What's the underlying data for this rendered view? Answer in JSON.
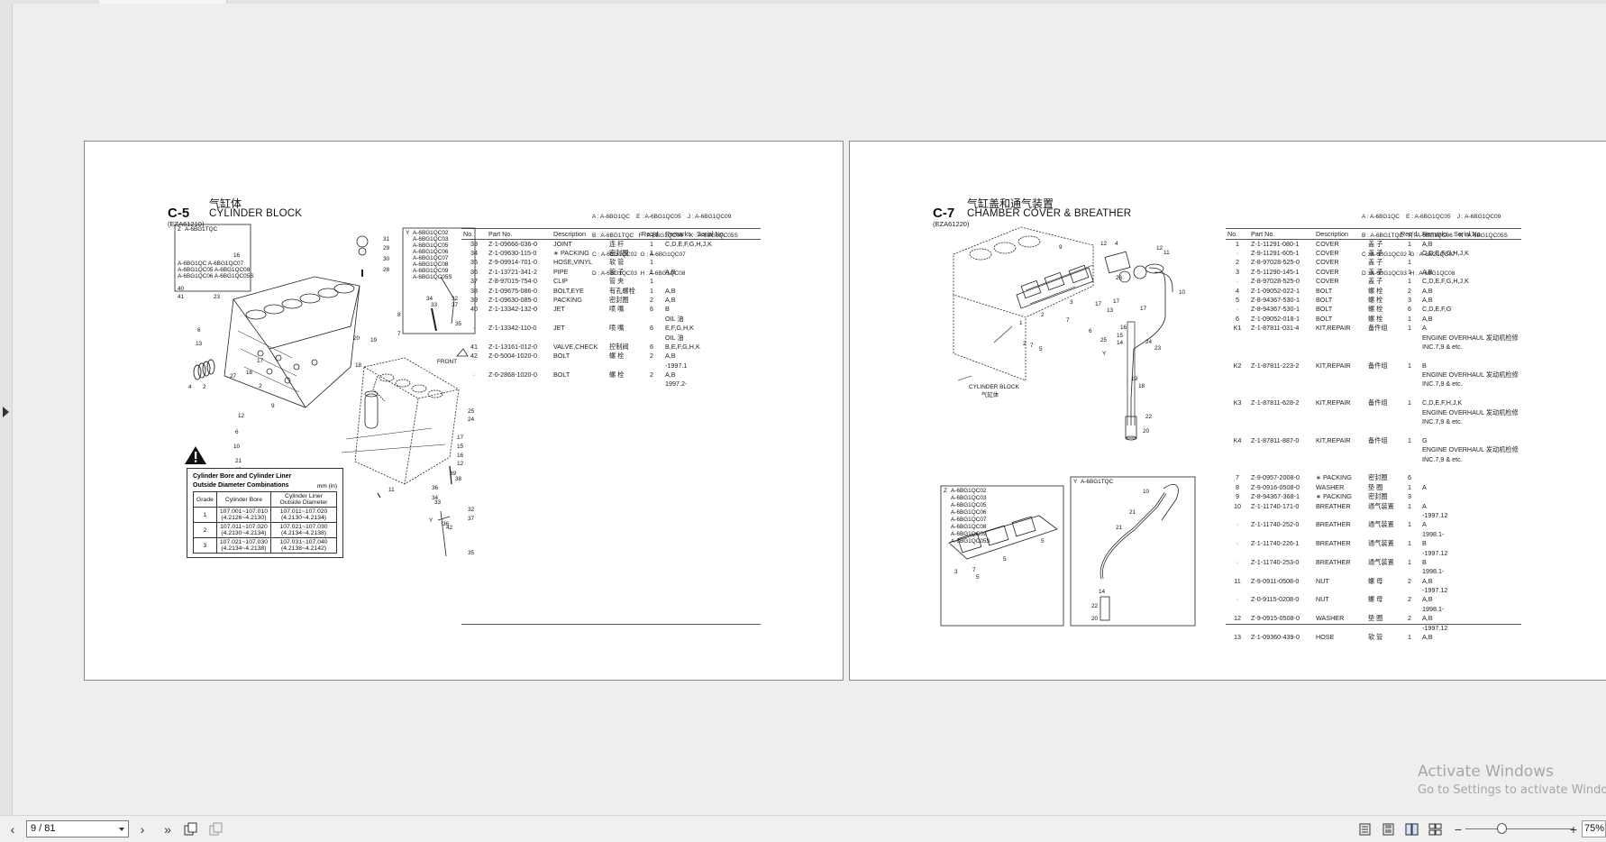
{
  "left_page": {
    "section": "C-5",
    "title_cn": "气缸体",
    "title": "CYLINDER BLOCK",
    "code": "(EZA61210)",
    "variant_legend": [
      "A : A-6BG1QC    E : A-6BG1QC05    J : A-6BG1QC09",
      "B : A-6BG1TQC   F : A-6BG1QC06    K : A-6BG1QC05S",
      "C : A-6BG1QC02  G : A-6BG1QC07",
      "D : A-6BG1QC03  H : A-6BG1QC08"
    ],
    "table_headers": [
      "No.",
      "Part No.",
      "Description",
      "",
      "Req'd",
      "Remarks · Serial No."
    ],
    "rows": [
      {
        "no": "33",
        "part": "Z-1-09666-036-0",
        "desc": "JOINT",
        "cn": "连 杆",
        "req": "1",
        "rem": "C,D,E,F,G,H,J,K"
      },
      {
        "no": "34",
        "part": "Z-1-09630-115-0",
        "desc": "∗ PACKING",
        "cn": "密封圈",
        "req": "1",
        "rem": ""
      },
      {
        "no": "35",
        "part": "Z-9-09914-701-0",
        "desc": "HOSE,VINYL",
        "cn": "软 管",
        "req": "1",
        "rem": ""
      },
      {
        "no": "36",
        "part": "Z-1-13721-341-2",
        "desc": "PIPE",
        "cn": "管 子",
        "req": "1",
        "rem": "A,B"
      },
      {
        "no": "37",
        "part": "Z-8-97015-754-0",
        "desc": "CLIP",
        "cn": "管 夹",
        "req": "1",
        "rem": ""
      },
      {
        "no": "38",
        "part": "Z-1-09675-086-0",
        "desc": "BOLT,EYE",
        "cn": "有孔螺栓",
        "req": "1",
        "rem": "A,B"
      },
      {
        "no": "39",
        "part": "Z-1-09630-085-0",
        "desc": "PACKING",
        "cn": "密封圈",
        "req": "2",
        "rem": "A,B"
      },
      {
        "no": "40",
        "part": "Z-1-13342-132-0",
        "desc": "JET",
        "cn": "喷 嘴",
        "req": "6",
        "rem": "B"
      },
      {
        "no": "",
        "part": "",
        "desc": "",
        "cn": "",
        "req": "",
        "rem": "OIL 油"
      },
      {
        "no": "·",
        "part": "Z-1-13342-110-0",
        "desc": "JET",
        "cn": "喷 嘴",
        "req": "6",
        "rem": "E,F,G,H,K"
      },
      {
        "no": "",
        "part": "",
        "desc": "",
        "cn": "",
        "req": "",
        "rem": "OIL 油"
      },
      {
        "no": "41",
        "part": "Z-1-13161-012-0",
        "desc": "VALVE,CHECK",
        "cn": "控制阀",
        "req": "6",
        "rem": "B,E,F,G,H,K"
      },
      {
        "no": "42",
        "part": "Z-0-5004-1020-0",
        "desc": "BOLT",
        "cn": "螺 栓",
        "req": "2",
        "rem": "A,B"
      },
      {
        "no": "",
        "part": "",
        "desc": "",
        "cn": "",
        "req": "",
        "rem": "-1997.1"
      },
      {
        "no": "·",
        "part": "Z-0-2868-1020-0",
        "desc": "BOLT",
        "cn": "螺 栓",
        "req": "2",
        "rem": "A,B"
      },
      {
        "no": "",
        "part": "",
        "desc": "",
        "cn": "",
        "req": "",
        "rem": "1997.2-"
      }
    ],
    "boxes": {
      "z_label": "Z",
      "z_models": "A-6BG1TQC",
      "z_models2": [
        "A-6BG1QC    A-6BG1QC07",
        "A-6BG1QC05  A-6BG1QC08",
        "A-6BG1QC06  A-6BG1QC05S"
      ],
      "y_label": "Y",
      "y_models": [
        "A-6BG1QC02",
        "A-6BG1QC03",
        "A-6BG1QC05",
        "A-6BG1QC06",
        "A-6BG1QC07",
        "A-6BG1QC08",
        "A-6BG1QC09",
        "A-6BG1QC05S"
      ],
      "front_label": "FRONT"
    },
    "bore_table": {
      "title1": "Cylinder Bore and Cylinder Liner",
      "title2": "Outside Diameter Combinations",
      "unit": "mm (in)",
      "headers": [
        "Grade",
        "Cylinder Bore",
        "Cylinder Liner Outside Diameter"
      ],
      "rows": [
        {
          "grade": "1",
          "bore": "107.001~107.010",
          "bore_in": "(4.2126~4.2130)",
          "liner": "107.011~107.020",
          "liner_in": "(4.2130~4.2134)"
        },
        {
          "grade": "2",
          "bore": "107.011~107.020",
          "bore_in": "(4.2130~4.2134)",
          "liner": "107.021~107.030",
          "liner_in": "(4.2134~4.2138)"
        },
        {
          "grade": "3",
          "bore": "107.021~107.030",
          "bore_in": "(4.2134~4.2138)",
          "liner": "107.031~107.040",
          "liner_in": "(4.2138~4.2142)"
        }
      ]
    }
  },
  "right_page": {
    "section": "C-7",
    "title_cn": "气缸盖和通气装置",
    "title": "CHAMBER COVER & BREATHER",
    "code": "(EZA61220)",
    "variant_legend": [
      "A : A-6BG1QC    E : A-6BG1QC05    J : A-6BG1QC09",
      "B : A-6BG1TQC   F : A-6BG1QC06    K : A-6BG1QC05S",
      "C : A-6BG1QC02  G : A-6BG1QC07",
      "D : A-6BG1QC03  H : A-6BG1QC08"
    ],
    "table_headers": [
      "No.",
      "Part No.",
      "Description",
      "",
      "Req'd",
      "Remarks · Serial No."
    ],
    "rows": [
      {
        "no": "1",
        "part": "Z-1-11291-080-1",
        "desc": "COVER",
        "cn": "盖 子",
        "req": "1",
        "rem": "A,B"
      },
      {
        "no": "·",
        "part": "Z-9-11291-605-1",
        "desc": "COVER",
        "cn": "盖 子",
        "req": "1",
        "rem": "C,D,E,F,G,H,J,K"
      },
      {
        "no": "2",
        "part": "Z-8-97028-525-0",
        "desc": "COVER",
        "cn": "盖 子",
        "req": "1",
        "rem": ""
      },
      {
        "no": "3",
        "part": "Z-5-11290-145-1",
        "desc": "COVER",
        "cn": "盖 子",
        "req": "1",
        "rem": "A,B"
      },
      {
        "no": "·",
        "part": "Z-8-97028-525-0",
        "desc": "COVER",
        "cn": "盖 子",
        "req": "1",
        "rem": "C,D,E,F,G,H,J,K"
      },
      {
        "no": "4",
        "part": "Z-1-09052-022-1",
        "desc": "BOLT",
        "cn": "螺 栓",
        "req": "2",
        "rem": "A,B"
      },
      {
        "no": "5",
        "part": "Z-8-94367-530-1",
        "desc": "BOLT",
        "cn": "螺 栓",
        "req": "3",
        "rem": "A,B"
      },
      {
        "no": "·",
        "part": "Z-8-94367-530-1",
        "desc": "BOLT",
        "cn": "螺 栓",
        "req": "6",
        "rem": "C,D,E,F,G"
      },
      {
        "no": "6",
        "part": "Z-1-09052-018-1",
        "desc": "BOLT",
        "cn": "螺 栓",
        "req": "1",
        "rem": "A,B"
      },
      {
        "no": "K1",
        "part": "Z-1-87811-031-4",
        "desc": "KIT,REPAIR",
        "cn": "备件组",
        "req": "1",
        "rem": "A"
      },
      {
        "no": "",
        "part": "",
        "desc": "",
        "cn": "",
        "req": "",
        "rem": "ENGINE OVERHAUL 发动机检修"
      },
      {
        "no": "",
        "part": "",
        "desc": "",
        "cn": "",
        "req": "",
        "rem": "INC.7,9 & etc."
      },
      {
        "no": "",
        "part": "",
        "desc": "",
        "cn": "",
        "req": "",
        "rem": ""
      },
      {
        "no": "K2",
        "part": "Z-1-87811-223-2",
        "desc": "KIT,REPAIR",
        "cn": "备件组",
        "req": "1",
        "rem": "B"
      },
      {
        "no": "",
        "part": "",
        "desc": "",
        "cn": "",
        "req": "",
        "rem": "ENGINE OVERHAUL 发动机检修"
      },
      {
        "no": "",
        "part": "",
        "desc": "",
        "cn": "",
        "req": "",
        "rem": "INC.7,9 & etc."
      },
      {
        "no": "",
        "part": "",
        "desc": "",
        "cn": "",
        "req": "",
        "rem": ""
      },
      {
        "no": "K3",
        "part": "Z-1-87811-628-2",
        "desc": "KIT,REPAIR",
        "cn": "备件组",
        "req": "1",
        "rem": "C,D,E,F,H,J,K"
      },
      {
        "no": "",
        "part": "",
        "desc": "",
        "cn": "",
        "req": "",
        "rem": "ENGINE OVERHAUL 发动机检修"
      },
      {
        "no": "",
        "part": "",
        "desc": "",
        "cn": "",
        "req": "",
        "rem": "INC.7,9 & etc."
      },
      {
        "no": "",
        "part": "",
        "desc": "",
        "cn": "",
        "req": "",
        "rem": ""
      },
      {
        "no": "K4",
        "part": "Z-1-87811-887-0",
        "desc": "KIT,REPAIR",
        "cn": "备件组",
        "req": "1",
        "rem": "G"
      },
      {
        "no": "",
        "part": "",
        "desc": "",
        "cn": "",
        "req": "",
        "rem": "ENGINE OVERHAUL 发动机检修"
      },
      {
        "no": "",
        "part": "",
        "desc": "",
        "cn": "",
        "req": "",
        "rem": "INC.7,9 & etc."
      },
      {
        "no": "",
        "part": "",
        "desc": "",
        "cn": "",
        "req": "",
        "rem": ""
      },
      {
        "no": "7",
        "part": "Z-9-0957-2008-0",
        "desc": "∗ PACKING",
        "cn": "密封圈",
        "req": "6",
        "rem": ""
      },
      {
        "no": "8",
        "part": "Z-9-0916-0508-0",
        "desc": "WASHER",
        "cn": "垫 圈",
        "req": "1",
        "rem": "A"
      },
      {
        "no": "9",
        "part": "Z-8-94367-368-1",
        "desc": "∗ PACKING",
        "cn": "密封圈",
        "req": "3",
        "rem": ""
      },
      {
        "no": "10",
        "part": "Z-1-11740-171-0",
        "desc": "BREATHER",
        "cn": "通气装置",
        "req": "1",
        "rem": "A"
      },
      {
        "no": "",
        "part": "",
        "desc": "",
        "cn": "",
        "req": "",
        "rem": "-1997.12"
      },
      {
        "no": "·",
        "part": "Z-1-11740-252-0",
        "desc": "BREATHER",
        "cn": "通气装置",
        "req": "1",
        "rem": "A"
      },
      {
        "no": "",
        "part": "",
        "desc": "",
        "cn": "",
        "req": "",
        "rem": "1998.1-"
      },
      {
        "no": "·",
        "part": "Z-1-11740-226-1",
        "desc": "BREATHER",
        "cn": "通气装置",
        "req": "1",
        "rem": "B"
      },
      {
        "no": "",
        "part": "",
        "desc": "",
        "cn": "",
        "req": "",
        "rem": "-1997.12"
      },
      {
        "no": "·",
        "part": "Z-1-11740-253-0",
        "desc": "BREATHER",
        "cn": "通气装置",
        "req": "1",
        "rem": "B"
      },
      {
        "no": "",
        "part": "",
        "desc": "",
        "cn": "",
        "req": "",
        "rem": "1998.1-"
      },
      {
        "no": "11",
        "part": "Z-9-0911-0508-0",
        "desc": "NUT",
        "cn": "螺 母",
        "req": "2",
        "rem": "A,B"
      },
      {
        "no": "",
        "part": "",
        "desc": "",
        "cn": "",
        "req": "",
        "rem": "-1997.12"
      },
      {
        "no": "·",
        "part": "Z-0-9115-0208-0",
        "desc": "NUT",
        "cn": "螺 母",
        "req": "2",
        "rem": "A,B"
      },
      {
        "no": "",
        "part": "",
        "desc": "",
        "cn": "",
        "req": "",
        "rem": "1998.1-"
      },
      {
        "no": "12",
        "part": "Z-9-0915-0508-0",
        "desc": "WASHER",
        "cn": "垫 圈",
        "req": "2",
        "rem": "A,B"
      },
      {
        "no": "",
        "part": "",
        "desc": "",
        "cn": "",
        "req": "",
        "rem": "-1997.12"
      },
      {
        "no": "13",
        "part": "Z-1-09360-439-0",
        "desc": "HOSE",
        "cn": "软 管",
        "req": "1",
        "rem": "A,B"
      }
    ],
    "boxes": {
      "block_label": "CYLINDER BLOCK",
      "block_cn": "气缸体",
      "z_label": "Z",
      "z_models": [
        "A-6BG1QC02",
        "A-6BG1QC03",
        "A-6BG1QC05",
        "A-6BG1QC06",
        "A-6BG1QC07",
        "A-6BG1QC08",
        "A-6BG1QC09",
        "A-6BG1QC05S"
      ],
      "y_label": "Y",
      "y_model": "A-6BG1TQC"
    }
  },
  "watermark": {
    "line1": "Activate Windows",
    "line2": "Go to Settings to activate Windows."
  },
  "statusbar": {
    "page_indicator": "9 / 81",
    "zoom": "75%"
  }
}
